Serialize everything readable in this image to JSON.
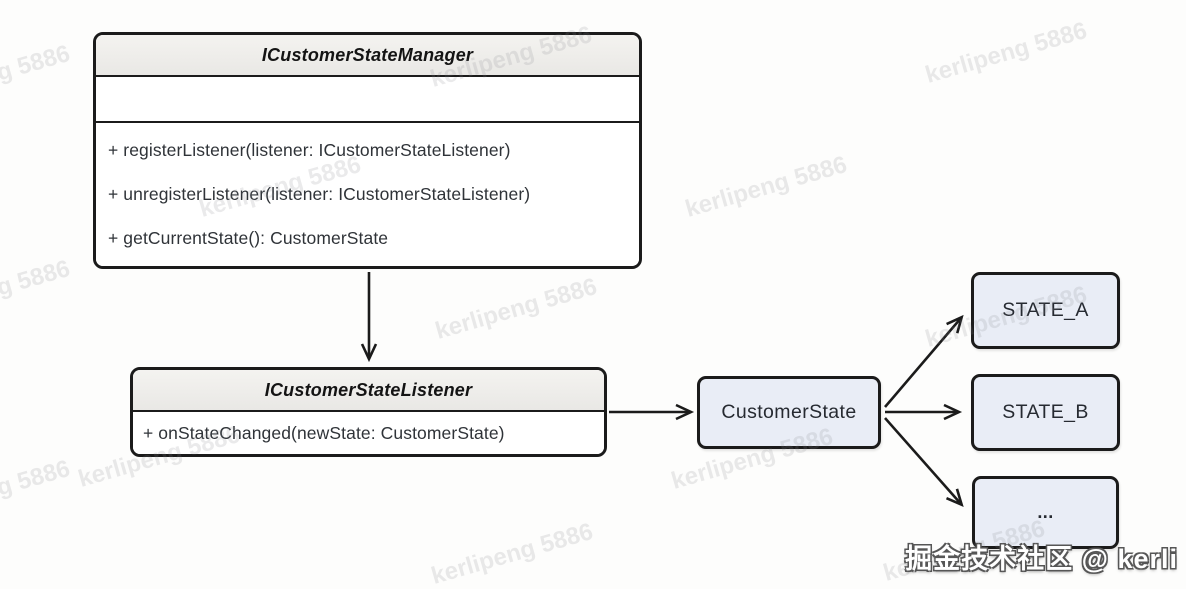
{
  "diagram": {
    "manager": {
      "title": "ICustomerStateManager",
      "methods": [
        "+ registerListener(listener: ICustomerStateListener)",
        "+ unregisterListener(listener: ICustomerStateListener)",
        "+ getCurrentState(): CustomerState"
      ]
    },
    "listener": {
      "title": "ICustomerStateListener",
      "methods": [
        "+ onStateChanged(newState: CustomerState)"
      ]
    },
    "state": {
      "label": "CustomerState"
    },
    "states": [
      {
        "label": "STATE_A"
      },
      {
        "label": "STATE_B"
      },
      {
        "label": "..."
      }
    ],
    "edges": [
      {
        "from": "ICustomerStateManager",
        "to": "ICustomerStateListener"
      },
      {
        "from": "ICustomerStateListener",
        "to": "CustomerState"
      },
      {
        "from": "CustomerState",
        "to": "STATE_A"
      },
      {
        "from": "CustomerState",
        "to": "STATE_B"
      },
      {
        "from": "CustomerState",
        "to": "..."
      }
    ]
  },
  "watermarks": {
    "tile_text": "kerlipeng 5886",
    "credit_text": "掘金技术社区 @ kerli"
  },
  "colors": {
    "background": "#fdfdfc",
    "node_fill": "#e9edf6",
    "class_header_fill": "#efeeeb",
    "border": "#1b1b1b",
    "text": "#2f3338"
  }
}
